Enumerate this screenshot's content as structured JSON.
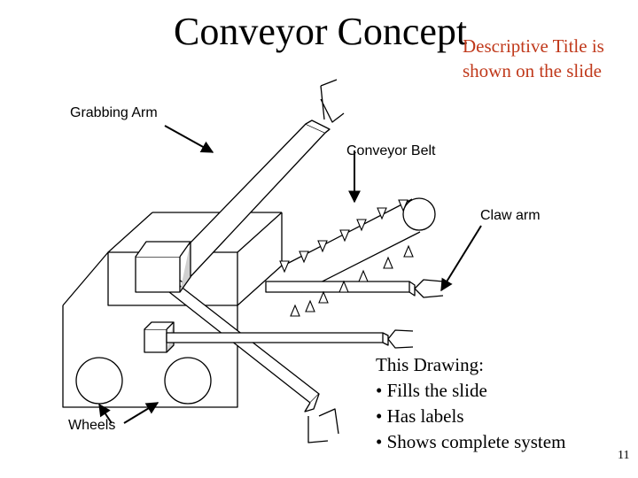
{
  "slide": {
    "title": "Conveyor Concept",
    "subtitle": "Descriptive Title is shown on the slide",
    "page_number": "11"
  },
  "labels": {
    "grabbing_arm": "Grabbing Arm",
    "conveyor_belt": "Conveyor Belt",
    "claw_arm": "Claw arm",
    "wheels": "Wheels"
  },
  "notes": {
    "heading": "This Drawing:",
    "bullets": [
      "• Fills the slide",
      "• Has labels",
      "• Shows complete system"
    ]
  }
}
